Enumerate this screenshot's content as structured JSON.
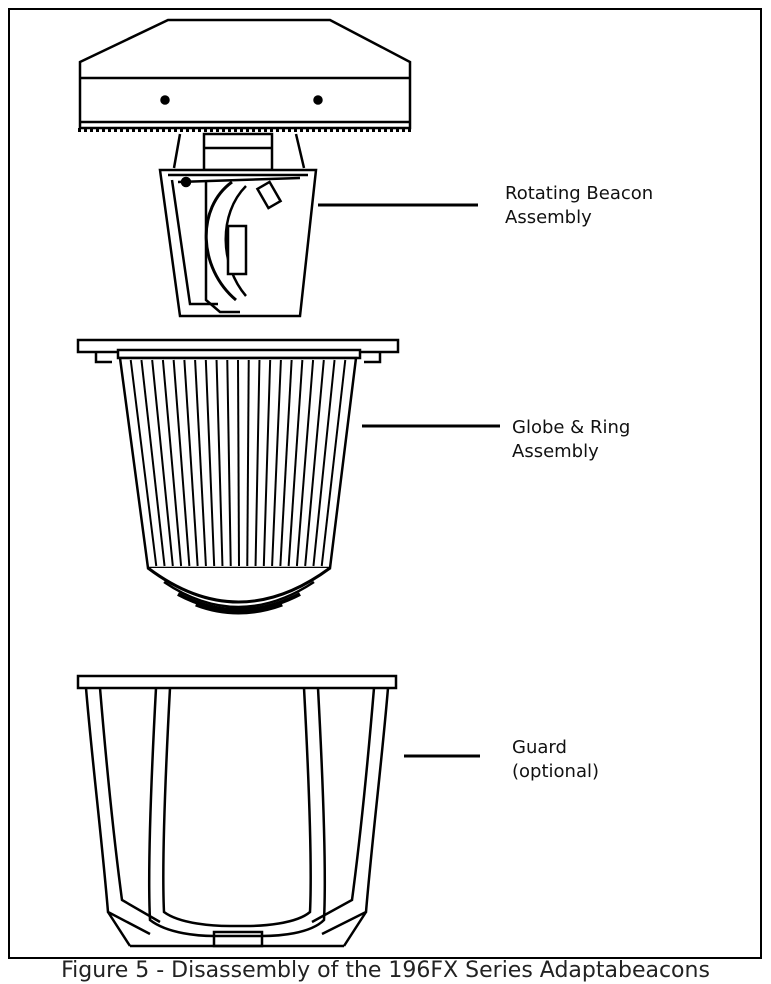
{
  "components": [
    {
      "id": "beacon",
      "lines": [
        "Rotating Beacon",
        "Assembly"
      ]
    },
    {
      "id": "globe",
      "lines": [
        "Globe & Ring",
        "Assembly"
      ]
    },
    {
      "id": "guard",
      "lines": [
        "Guard",
        "(optional)"
      ]
    }
  ],
  "caption": "Figure 5 - Disassembly of the 196FX Series Adaptabeacons"
}
